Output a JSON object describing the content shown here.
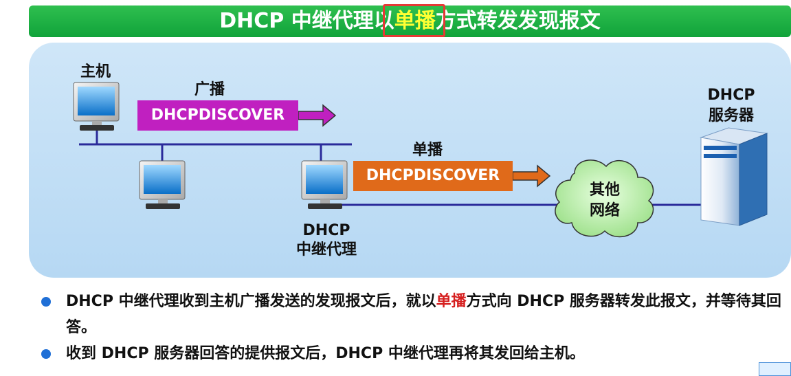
{
  "title": {
    "prefix": "DHCP 中继代理以",
    "highlight": "单播",
    "suffix": "方式转发发现报文"
  },
  "diagram": {
    "host_label": "主机",
    "broadcast_label": "广播",
    "broadcast_message": "DHCPDISCOVER",
    "unicast_label": "单播",
    "unicast_message": "DHCPDISCOVER",
    "relay_label_line1": "DHCP",
    "relay_label_line2": "中继代理",
    "cloud_line1": "其他",
    "cloud_line2": "网络",
    "server_label_line1": "DHCP",
    "server_label_line2": "服务器"
  },
  "bullets": [
    {
      "before": "DHCP 中继代理收到主机广播发送的发现报文后，就以",
      "emphasis": "单播",
      "after": "方式向 DHCP 服务器转发此报文，并等待其回答。"
    },
    {
      "before": "收到 DHCP 服务器回答的提供报文后，DHCP 中继代理再将其发回给主机。",
      "emphasis": "",
      "after": ""
    }
  ],
  "colors": {
    "title_bar": "#10a33a",
    "title_highlight": "#ffff33",
    "highlight_box": "#e53935",
    "broadcast_message": "#c020c0",
    "unicast_message": "#e06a1a",
    "network_line": "#2a2a9a",
    "bullet_dot": "#1f6fd6",
    "emphasis_text": "#d62020"
  }
}
